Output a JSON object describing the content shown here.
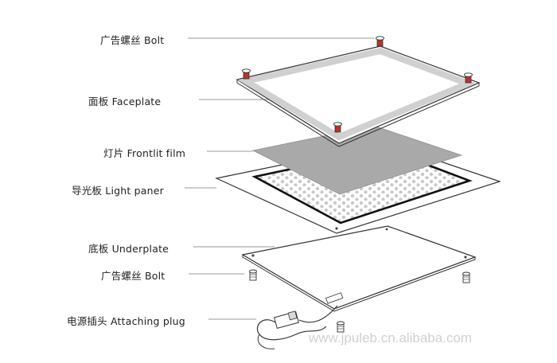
{
  "labels": {
    "bolt_top": "广告螺丝  Bolt",
    "faceplate": "面板  Faceplate",
    "frontlit_film": "灯片  Frontlit film",
    "light_panel": "导光板  Light paner",
    "underplate": "底板  Underplate",
    "bolt_bottom": "广告螺丝  Bolt",
    "attaching_plug": "电源插头  Attaching plug"
  },
  "watermark": "www.jpuleb.cn.alibaba.com",
  "colors": {
    "line": "#222222",
    "faceplate_border": "#cfcfcf",
    "film": "#a9a9a9",
    "bolt_red": "#b8332b"
  }
}
